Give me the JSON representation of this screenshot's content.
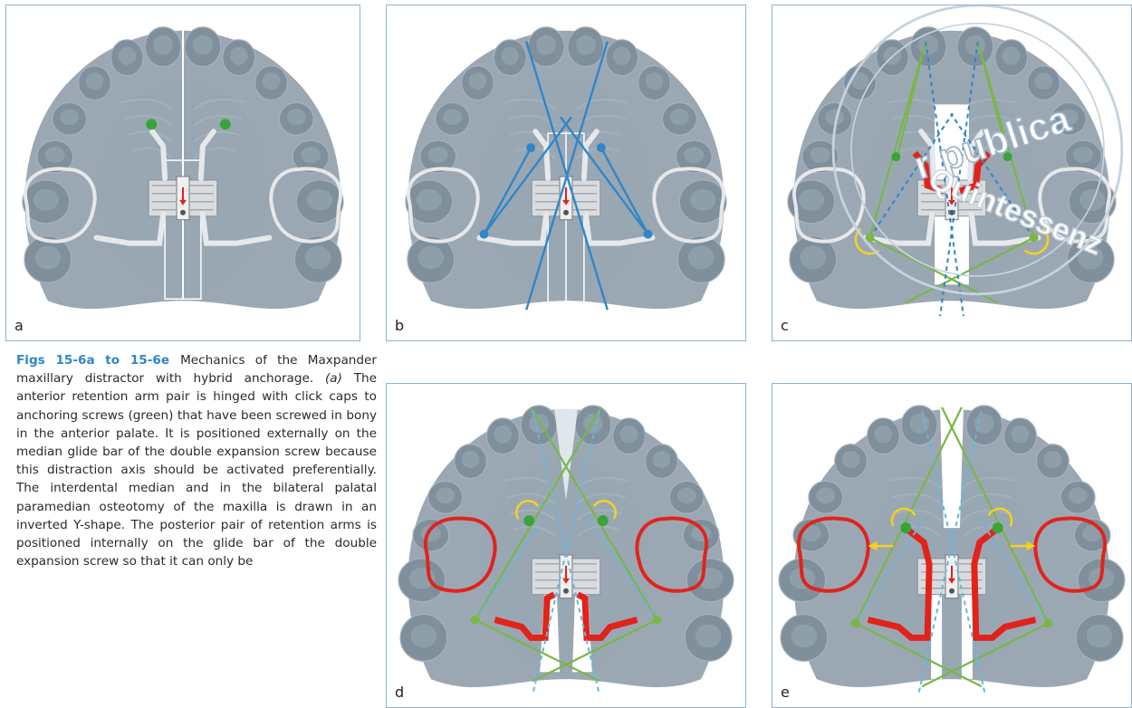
{
  "panels": [
    {
      "id": "a",
      "label": "a"
    },
    {
      "id": "b",
      "label": "b"
    },
    {
      "id": "c",
      "label": "c"
    },
    {
      "id": "d",
      "label": "d"
    },
    {
      "id": "e",
      "label": "e"
    }
  ],
  "caption": {
    "title": "Figs 15-6a to 15-6e",
    "body_1": "Mechanics of the Maxpander maxillary distractor with hybrid anchorage. ",
    "ref_a": "(a)",
    "body_2": " The anterior retention arm pair is hinged with click caps to anchoring screws (green) that have been screwed in bony in the anterior palate. It is positioned externally on the median glide bar of the double expansion screw because this distraction axis should be activated preferentially. The interdental median and in the bilateral palatal paramedian osteotomy of the maxilla is drawn in an inverted Y-shape. The posterior pair of retention arms is positioned internally on the glide bar of the double expansion screw so that it can only be"
  },
  "watermark": {
    "line1": "publica",
    "line2": "Quintessenz",
    "prefix": "r"
  },
  "colors": {
    "panel_border": "#8fb1cf",
    "caption_title": "#2f86c9",
    "model_gray": "#8a99a6",
    "appliance_gray": "#e6e8ea",
    "activated_red": "#e2231a",
    "screw_green": "#3aa339",
    "axis_blue": "#2f86c9",
    "axis_green": "#7ab648",
    "rotation_yellow": "#f6d21c"
  }
}
